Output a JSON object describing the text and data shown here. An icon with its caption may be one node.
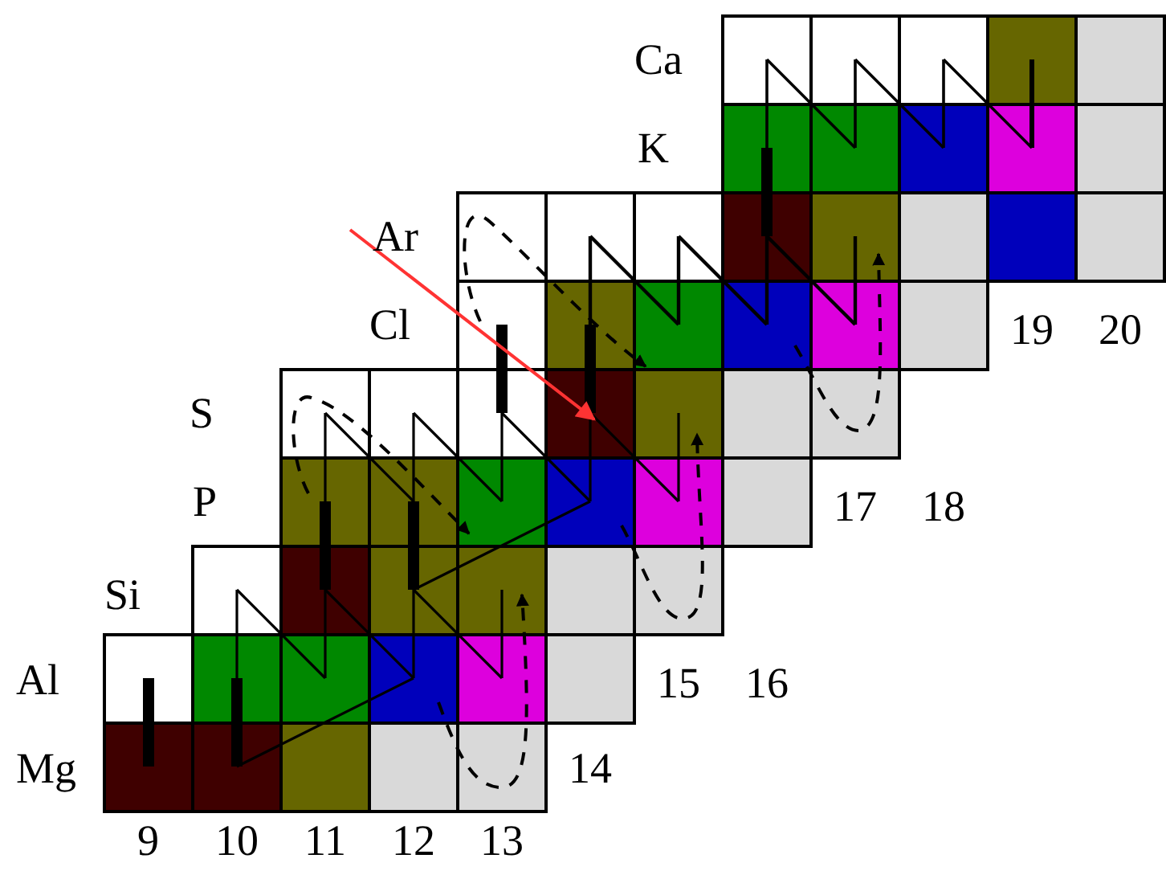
{
  "diagram": {
    "labels": [
      "Ca",
      "K",
      "Ar",
      "Cl",
      "19",
      "20",
      "S",
      "P",
      "17",
      "18",
      "Si",
      "Al",
      "15",
      "16",
      "Mg",
      "14",
      "9",
      "10",
      "11",
      "12",
      "13"
    ]
  }
}
